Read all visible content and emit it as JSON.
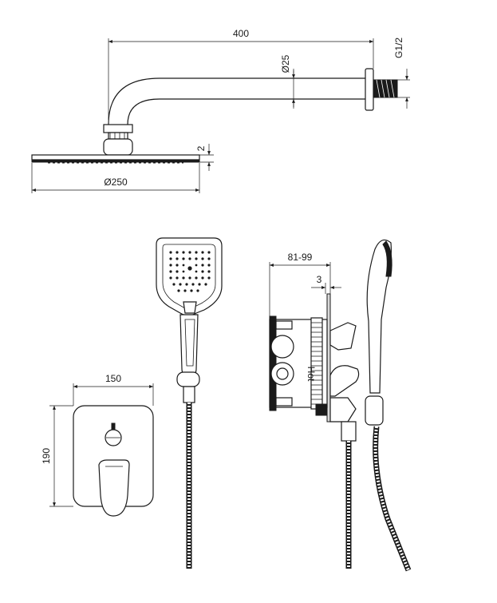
{
  "dimensions": {
    "arm_length": "400",
    "arm_diameter": "Ø25",
    "thread": "G1/2",
    "head_thickness": "2",
    "head_diameter": "Ø250",
    "box_depth": "81-99",
    "plate_offset": "3",
    "plate_width": "150",
    "plate_height": "190"
  },
  "labels": {
    "hot_marking": "Hot"
  },
  "colors": {
    "line": "#1a1a1a",
    "background": "#ffffff"
  }
}
